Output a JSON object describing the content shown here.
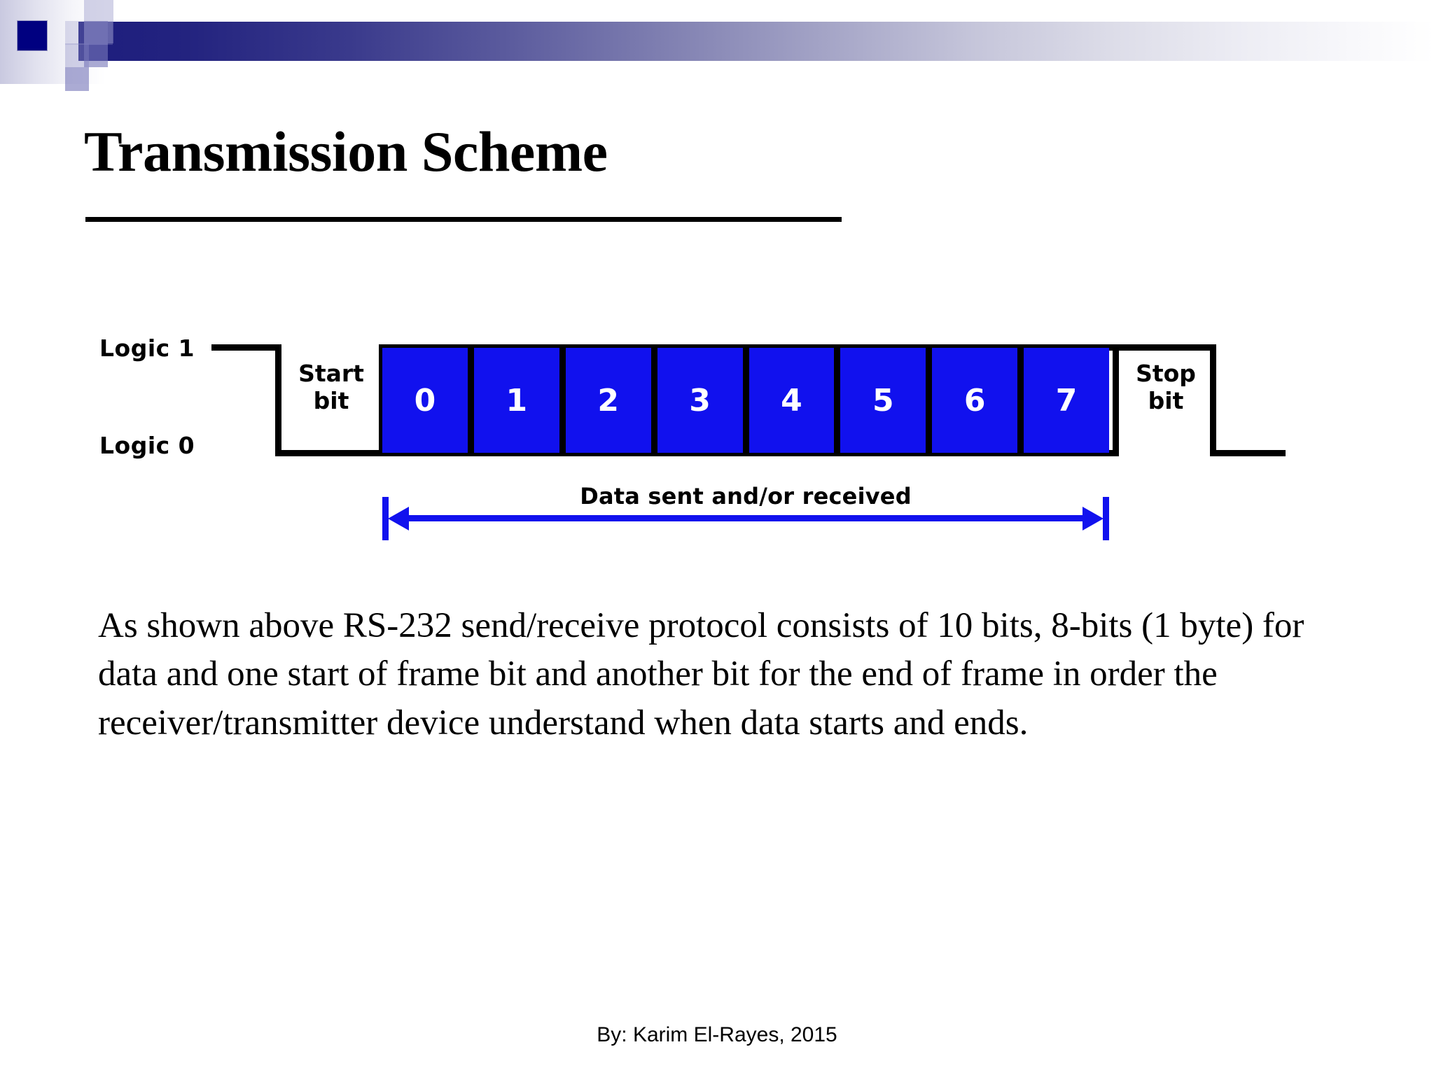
{
  "slide": {
    "title": "Transmission Scheme",
    "footer": "By: Karim El-Rayes, 2015",
    "body_text": "As shown above RS-232 send/receive protocol consists of 10 bits, 8-bits (1 byte) for data and one start of frame bit and another bit for the end of frame in order the receiver/transmitter device understand when data starts and ends."
  },
  "theme": {
    "band_dark": "#1d1d7e",
    "band_light": "#ffffff",
    "accent_square": "#000080",
    "data_cell_fill": "#1111ee",
    "data_cell_text": "#ffffff",
    "arrow_color": "#1111ee",
    "stroke_color": "#000000"
  },
  "diagram": {
    "axis_labels": {
      "high": "Logic 1",
      "low": "Logic 0"
    },
    "start_bit": {
      "line1": "Start",
      "line2": "bit"
    },
    "stop_bit": {
      "line1": "Stop",
      "line2": "bit"
    },
    "data_bits": [
      "0",
      "1",
      "2",
      "3",
      "4",
      "5",
      "6",
      "7"
    ],
    "span_label": "Data sent and/or received"
  }
}
